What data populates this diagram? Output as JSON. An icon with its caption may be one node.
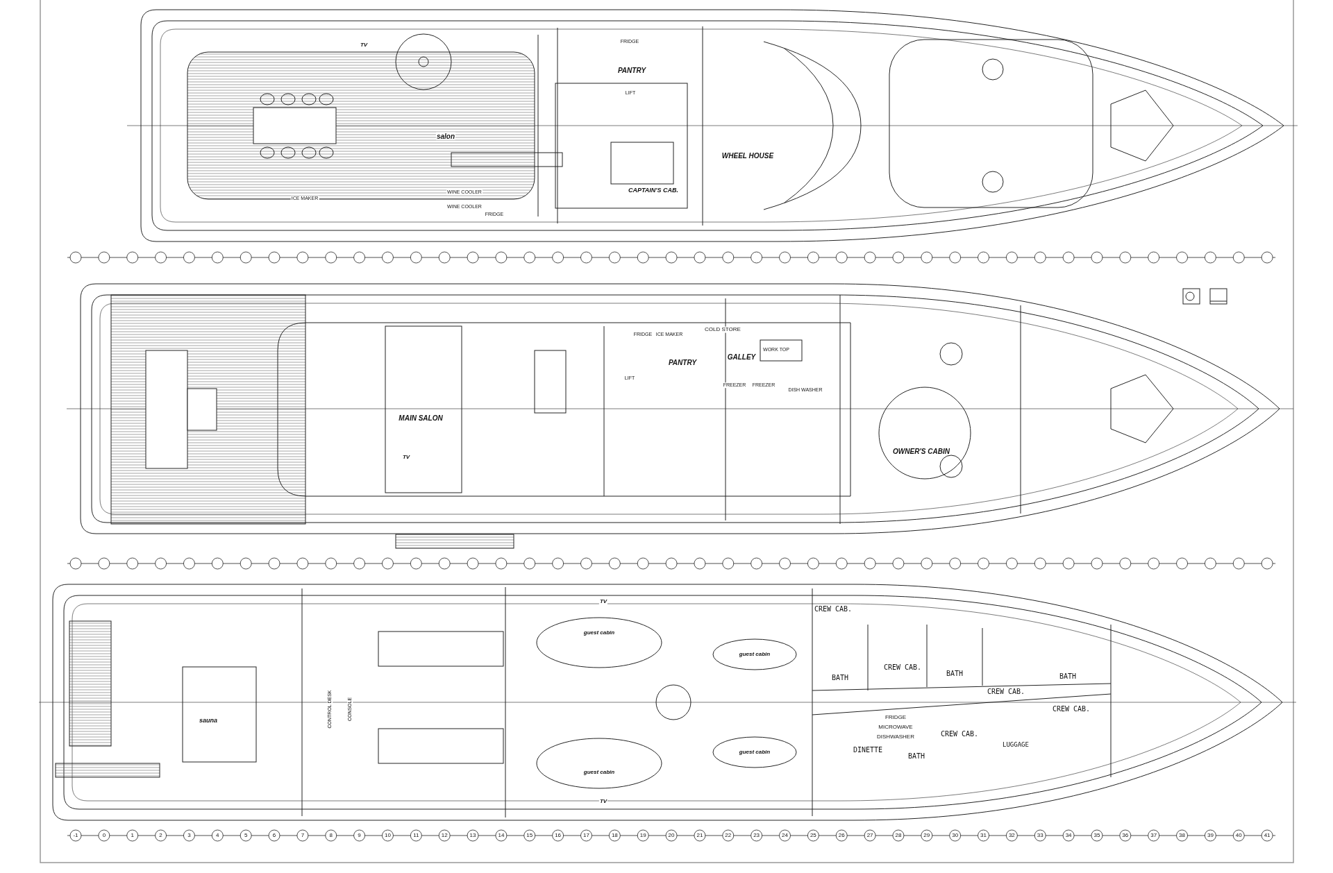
{
  "diagram": {
    "labels": [
      "FRIDGE",
      "TV",
      "PANTRY",
      "LIFT",
      "salon",
      "WHEEL HOUSE",
      "CAPTAIN'S CAB.",
      "WINE COOLER",
      "ICE MAKER",
      "WINE COOLER",
      "FRIDGE",
      "COLD STORE",
      "FRIDGE",
      "ICE MAKER",
      "WORK TOP",
      "GALLEY",
      "PANTRY",
      "LIFT",
      "FREEZER",
      "FREEZER",
      "DISH WASHER",
      "MAIN SALON",
      "OWNER'S CABIN",
      "TV",
      "TV",
      "CREW CAB.",
      "guest cabin",
      "guest cabin",
      "CREW CAB.",
      "BATH",
      "BATH",
      "BATH",
      "CREW CAB.",
      "CONTROL DESK",
      "CONSOLE",
      "CREW CAB.",
      "FRIDGE",
      "sauna",
      "MICROWAVE",
      "CREW CAB.",
      "DISHWASHER",
      "LUGGAGE",
      "DINETTE",
      "guest cabin",
      "BATH",
      "guest cabin",
      "TV",
      "-1",
      "0",
      "1",
      "2",
      "3",
      "4",
      "5",
      "6",
      "7",
      "8",
      "9",
      "10",
      "11",
      "12",
      "13",
      "14",
      "15",
      "16",
      "17",
      "18",
      "19",
      "20",
      "21",
      "22",
      "23",
      "24",
      "25",
      "26",
      "27",
      "28",
      "29",
      "30",
      "31",
      "32",
      "33",
      "34",
      "35",
      "36",
      "37",
      "38",
      "39",
      "40",
      "41"
    ]
  }
}
